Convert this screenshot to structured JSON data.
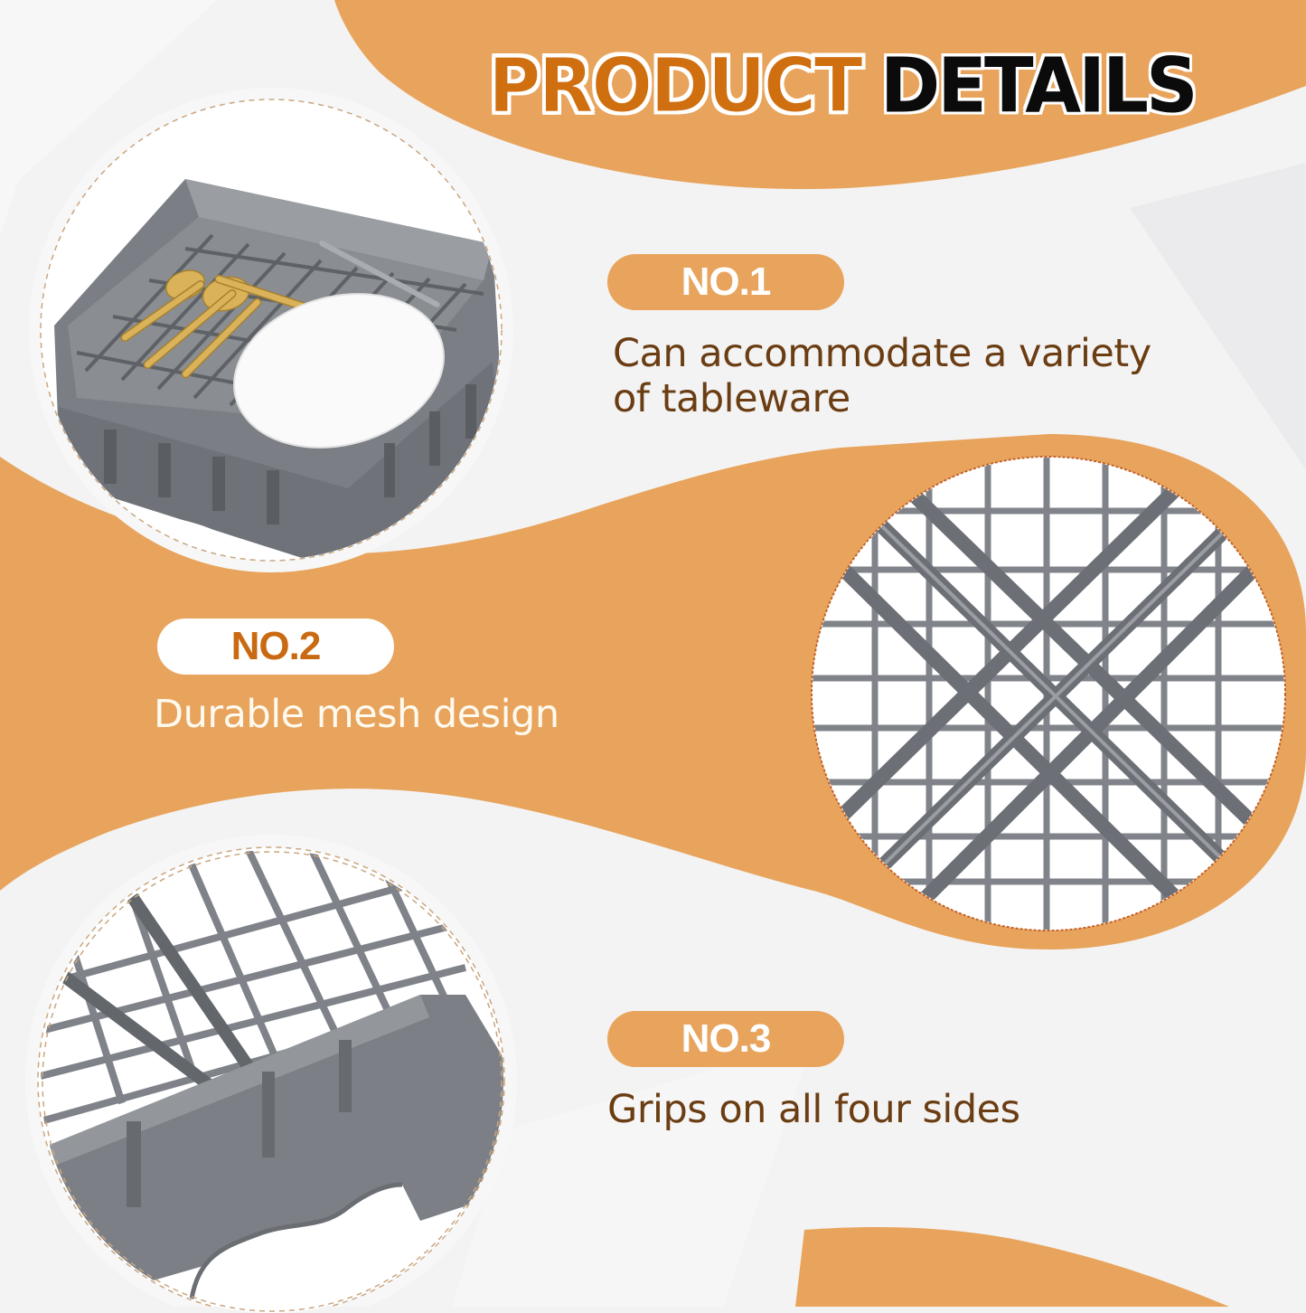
{
  "header": {
    "title_word1": "PRODUCT",
    "title_word2": "DETAILS"
  },
  "features": [
    {
      "badge": "NO.1",
      "text_line1": "Can accommodate a variety",
      "text_line2": "of tableware",
      "image": "dish-rack-with-gold-cutlery-and-plate"
    },
    {
      "badge": "NO.2",
      "text_line1": "Durable mesh design",
      "image": "gray-mesh-grid-closeup"
    },
    {
      "badge": "NO.3",
      "text_line1": "Grips on all four sides",
      "image": "rack-side-grip-closeup"
    }
  ],
  "colors": {
    "accent_orange": "#e8a45c",
    "title_orange": "#cf6f10",
    "text_brown": "#6b3d12",
    "background": "#f3f3f4",
    "rack_gray": "#7d8187"
  }
}
